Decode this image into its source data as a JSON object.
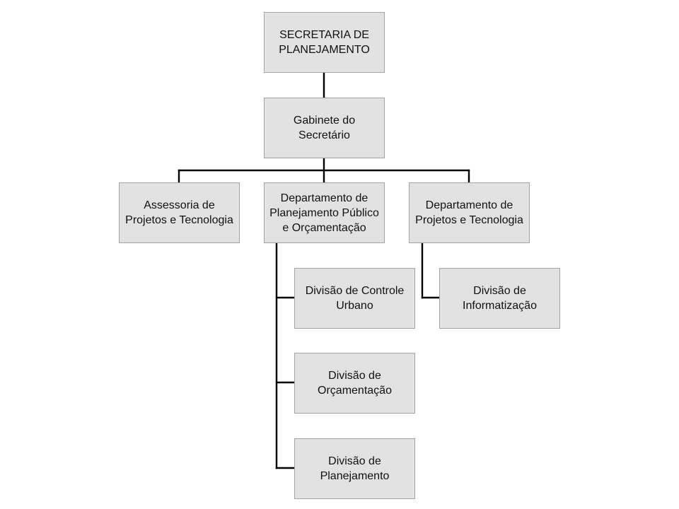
{
  "org_chart": {
    "secretaria": "SECRETARIA DE\nPLANEJAMENTO",
    "gabinete": "Gabinete do\nSecretário",
    "assessoria": "Assessoria de\nProjetos e Tecnologia",
    "dep_planejamento": "Departamento de\nPlanejamento Público\ne Orçamentação",
    "dep_projetos": "Departamento de\nProjetos e Tecnologia",
    "div_controle_urbano": "Divisão de Controle\nUrbano",
    "div_orcamentacao": "Divisão de\nOrçamentação",
    "div_planejamento": "Divisão de\nPlanejamento",
    "div_informatizacao": "Divisão de\nInformatização"
  },
  "colors": {
    "box_fill": "#e2e2e2",
    "box_border": "#a3a3a3",
    "connector": "#000000"
  }
}
